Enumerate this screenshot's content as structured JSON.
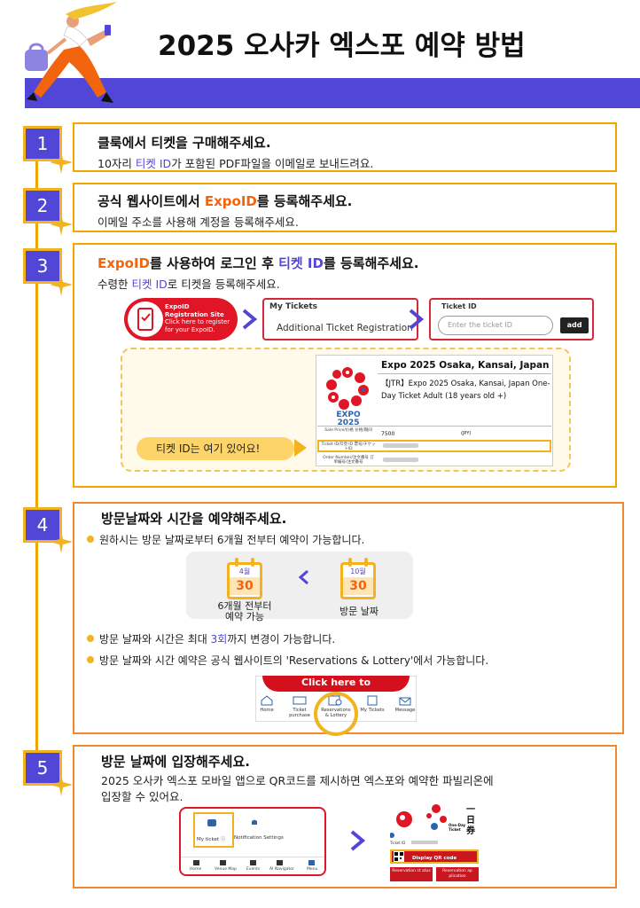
{
  "header": {
    "title": "2025 오사카 엑스포 예약 방법"
  },
  "steps": [
    {
      "num": "1",
      "head": "클룩에서 티켓을 구매해주세요.",
      "sub_a": "10자리 ",
      "sub_b": "티켓 ID",
      "sub_c": "가 포함된 PDF파일을 이메일로 보내드려요."
    },
    {
      "num": "2",
      "head_a": "공식 웹사이트에서 ",
      "head_b": "ExpoID",
      "head_c": "를 등록해주세요.",
      "sub": "이메일 주소를 사용해 계정을 등록해주세요."
    },
    {
      "num": "3",
      "head_a": "ExpoID",
      "head_b": "를 사용하여 로그인 후 ",
      "head_c": "티켓 ID",
      "head_d": "를 등록해주세요.",
      "sub_a": "수령한 ",
      "sub_b": "티켓 ID",
      "sub_c": "로 티켓을 등록해주세요."
    },
    {
      "num": "4",
      "head": "방문날짜와 시간을 예약해주세요.",
      "b1": "원하시는 방문 날짜로부터 6개월 전부터 예약이 가능합니다.",
      "b2_a": "방문 날짜와 시간은 최대 ",
      "b2_b": "3회",
      "b2_c": "까지 변경이 가능합니다.",
      "b3": "방문 날짜와 시간 예약은 공식 웹사이트의 'Reservations & Lottery'에서 가능합니다."
    },
    {
      "num": "5",
      "head": "방문 날짜에 입장해주세요.",
      "sub1": "2025 오사카 엑스포 모바일 앱으로 QR코드를 제시하면 엑스포와 예약한 파빌리온에",
      "sub2": "입장할 수 있어요."
    }
  ],
  "expo_id_button": {
    "l1": "ExpoID",
    "l2": "Registration Site",
    "l3": "Click here to register",
    "l4": "for your ExpoID."
  },
  "my_tickets": {
    "header": "My Tickets",
    "button": "Additional Ticket Registration"
  },
  "ticket_id_form": {
    "header": "Ticket ID",
    "placeholder": "Enter the ticket ID",
    "add": "add"
  },
  "ticket_sample": {
    "title": "Expo 2025 Osaka, Kansai, Japan",
    "desc": "【JTR】Expo 2025 Osaka, Kansai, Japan One-Day Ticket Adult (18 years old +)",
    "logo_l1": "EXPO",
    "logo_l2": "2025",
    "sale_price_label": "Sale Price/价格 价格/期间",
    "price": "7500",
    "currency": "(JPY)",
    "ticket_id_label": "Ticket ID/티켓 ID 票号/チケットID",
    "order_label": "Order Number/注文番号 订单编号/注文番号"
  },
  "ticket_id_callout": "티켓 ID는 여기 있어요!",
  "calendar": {
    "left": {
      "month": "4월",
      "day": "30",
      "caption_l1": "6개월 전부터",
      "caption_l2": "예약 가능"
    },
    "right": {
      "month": "10월",
      "day": "30",
      "caption": "방문 날짜"
    }
  },
  "nav_bar": {
    "banner": "Click here to",
    "items": [
      "Home",
      "Ticket purchase",
      "Reservations & Lottery",
      "My Tickets",
      "Message"
    ]
  },
  "app_screen_1": {
    "my_ticket": "My ticket ⓘ",
    "notification": "Notification Settings",
    "bottom": [
      "Home",
      "Venue Map",
      "Events",
      "AI Navigator",
      "Menu"
    ]
  },
  "app_screen_2": {
    "kanji_1": "一日",
    "kanji_2": "券",
    "one_day": "One-Day Ticket",
    "ticket_id": "Ticket ID",
    "qr": "Display QR code",
    "res_status": "Reservation st atus",
    "res_app": "Reservation ap plication"
  },
  "colors": {
    "purple": "#5146d6",
    "orange": "#f2650e",
    "gold": "#f2b320",
    "red": "#e01626"
  }
}
